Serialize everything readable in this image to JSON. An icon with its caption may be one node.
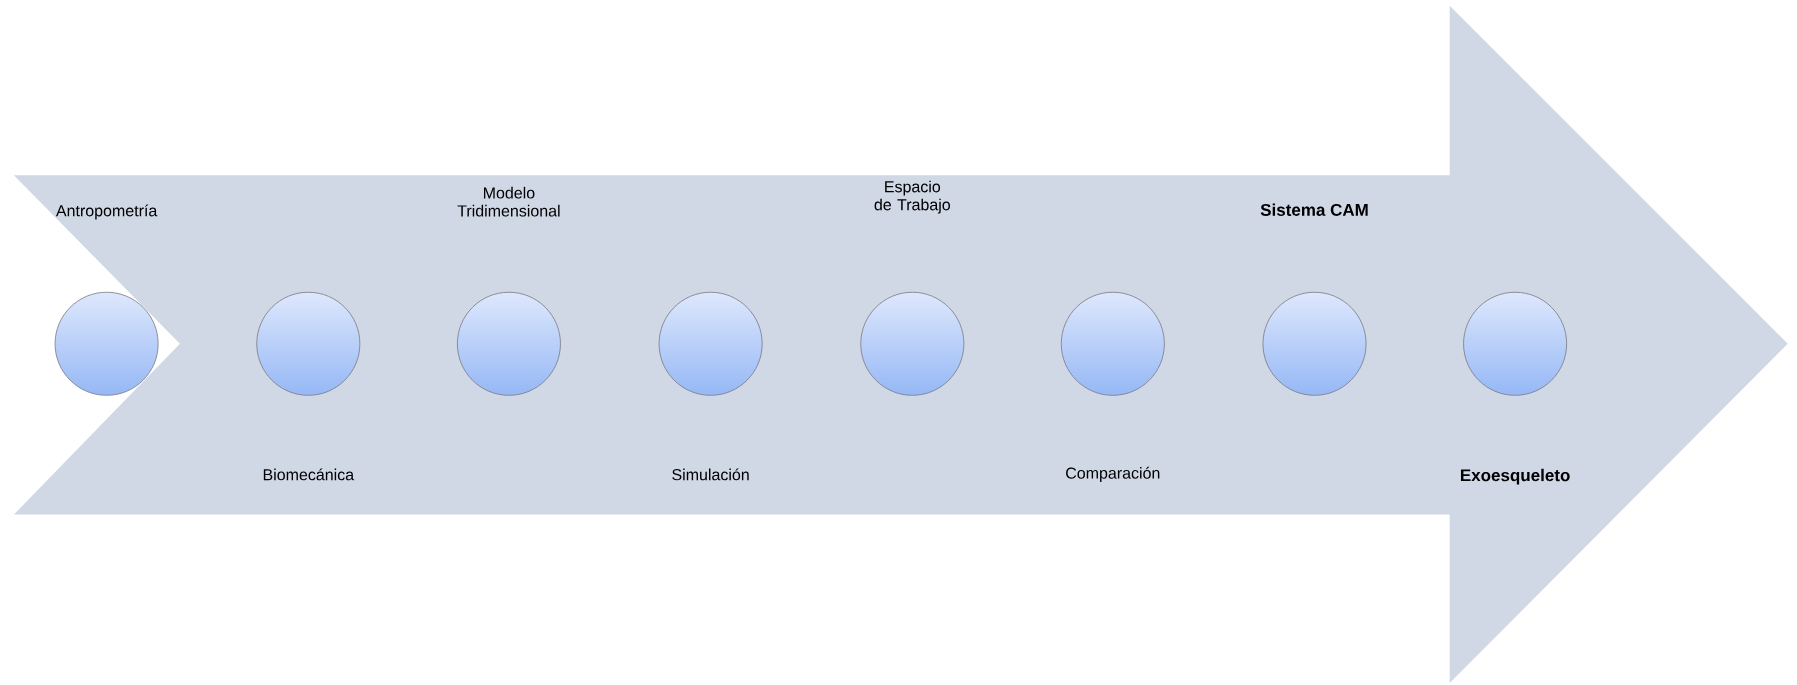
{
  "diagram": {
    "nodes": [
      {
        "text": [],
        "shape": "arrow"
      },
      {
        "text": [
          "Antropometría"
        ],
        "in": 0
      },
      {
        "text": [
          "Biomecánica"
        ],
        "in": 0
      },
      {
        "text": [
          "Modelo Tridimensional"
        ],
        "in": 0
      },
      {
        "text": [
          "Simulación"
        ],
        "in": 0
      },
      {
        "text": [
          "Espacio de Trabajo"
        ],
        "in": 0
      },
      {
        "text": [
          "Comparación"
        ],
        "in": 0
      },
      {
        "text": [
          "Sistema CAM"
        ],
        "in": 0
      },
      {
        "text": [
          "Exoesqueleto"
        ],
        "in": 0
      }
    ]
  }
}
